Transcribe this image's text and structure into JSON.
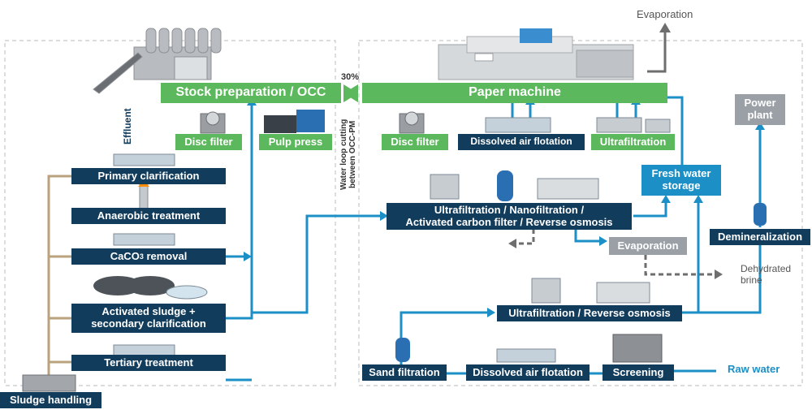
{
  "left": {
    "stock_prep": "Stock preparation / OCC",
    "disc_filter": "Disc filter",
    "pulp_press": "Pulp press",
    "effluent": "Effluent",
    "primary_clarification": "Primary clarification",
    "anaerobic": "Anaerobic treatment",
    "caco3": "CaCO",
    "caco3_sub": "3",
    "caco3_suffix": " removal",
    "activated_1": "Activated sludge +",
    "activated_2": "secondary clarification",
    "tertiary": "Tertiary treatment",
    "sludge": "Sludge handling"
  },
  "center": {
    "percent": "30%",
    "vertical_1": "Water loop cutting",
    "vertical_2": "between OCC-PM"
  },
  "right": {
    "evaporation_top": "Evaporation",
    "paper_machine": "Paper machine",
    "disc_filter": "Disc filter",
    "daf_top": "Dissolved air flotation",
    "ultrafiltration": "Ultrafiltration",
    "power_plant_1": "Power",
    "power_plant_2": "plant",
    "fresh_water_1": "Fresh water",
    "fresh_water_2": "storage",
    "uf_nf_1": "Ultrafiltration / Nanofiltration /",
    "uf_nf_2": "Activated carbon filter / Reverse osmosis",
    "evaporation_mid": "Evaporation",
    "demineralization": "Demineralization",
    "dehydrated_1": "Dehydrated",
    "dehydrated_2": "brine",
    "uf_ro": "Ultrafiltration / Reverse osmosis",
    "sand_filtration": "Sand filtration",
    "daf_bottom": "Dissolved air flotation",
    "screening": "Screening",
    "raw_water": "Raw water"
  },
  "colors": {
    "navy": "#123c5c",
    "green": "#5cb85c",
    "cyan": "#1b8fc6",
    "gray": "#9aa0a6",
    "flow": "#1b8fc6",
    "sludge_line": "#b9a27c"
  }
}
